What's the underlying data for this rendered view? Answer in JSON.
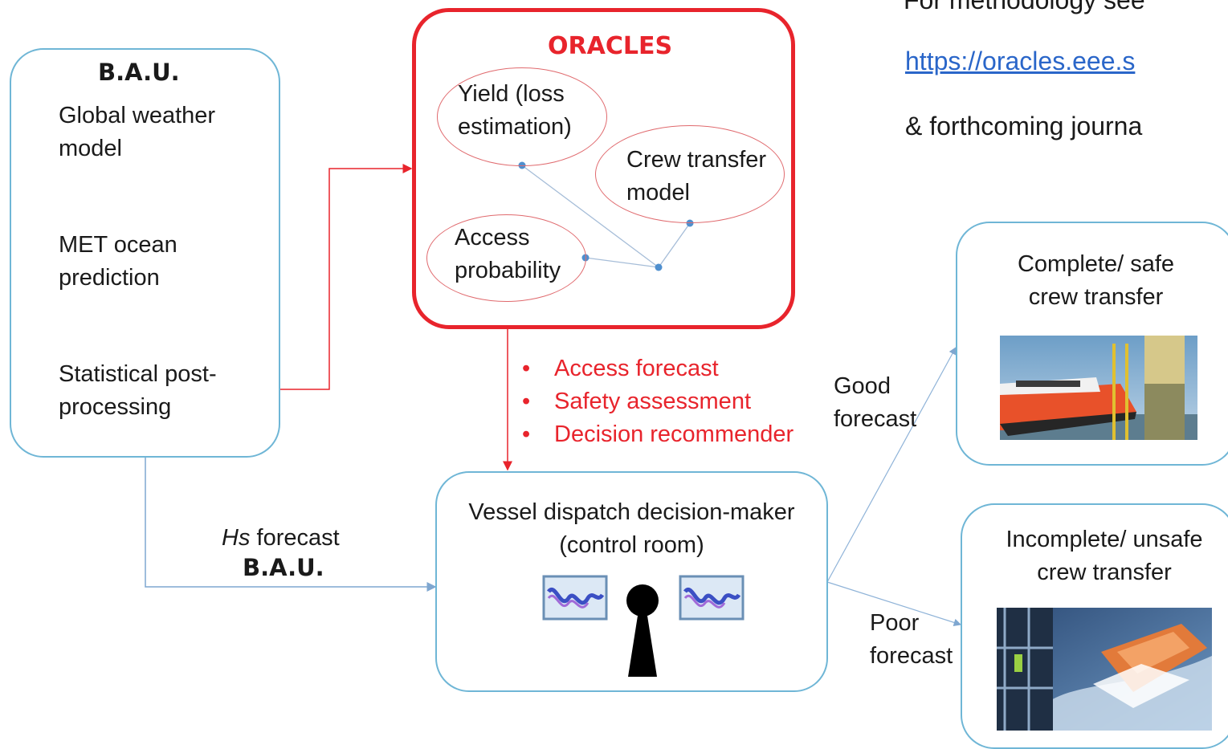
{
  "header": {
    "line1": "For methodology see",
    "link": "https://oracles.eee.s",
    "line3": "& forthcoming journa"
  },
  "bau": {
    "title": "B.A.U.",
    "steps": [
      [
        "Global weather",
        "model"
      ],
      [
        "MET ocean",
        "prediction"
      ],
      [
        "Statistical post-",
        "processing"
      ]
    ]
  },
  "oracles": {
    "title": "ORACLES",
    "nodes": {
      "yield": [
        "Yield (loss",
        "estimation)"
      ],
      "crew": [
        "Crew transfer",
        "model"
      ],
      "access": [
        "Access",
        "probability"
      ]
    }
  },
  "outputs": [
    "Access forecast",
    "Safety assessment",
    "Decision recommender"
  ],
  "hs_forecast": {
    "italic": "Hs",
    "rest": " forecast",
    "bau": "B.A.U."
  },
  "decision": {
    "line1": "Vessel dispatch decision-maker",
    "line2": "(control room)"
  },
  "good_label": [
    "Good",
    "forecast"
  ],
  "poor_label": [
    "Poor",
    "forecast"
  ],
  "outcome_good": [
    "Complete/ safe",
    "crew transfer"
  ],
  "outcome_bad": [
    "Incomplete/ unsafe",
    "crew transfer"
  ],
  "colors": {
    "accent_red": "#e8242c",
    "box_border": "#6fb6d6",
    "arrow_blue": "#7fa7d0"
  }
}
